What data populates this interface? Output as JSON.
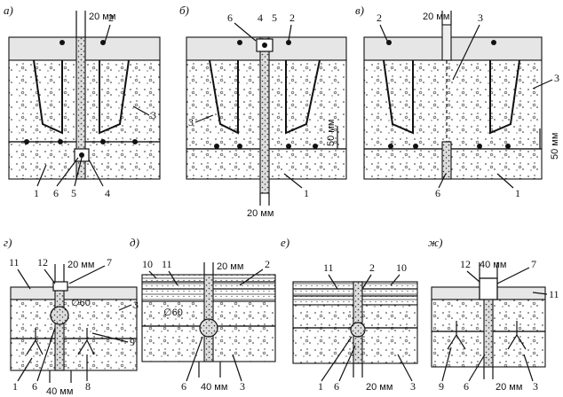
{
  "panels": [
    {
      "id": "a",
      "letter": "а)",
      "dims": [
        "20 мм"
      ],
      "callouts": [
        "2",
        "3",
        "1",
        "6",
        "5",
        "4"
      ]
    },
    {
      "id": "b",
      "letter": "б)",
      "dims": [
        "20 мм"
      ],
      "callouts": [
        "6",
        "4",
        "5",
        "2",
        "3",
        "50 мм",
        "1"
      ]
    },
    {
      "id": "c",
      "letter": "в)",
      "dims": [
        "20 мм",
        "50 мм"
      ],
      "callouts": [
        "2",
        "3",
        "3",
        "6",
        "1"
      ]
    },
    {
      "id": "d",
      "letter": "г)",
      "dims": [
        "20 мм",
        "40 мм"
      ],
      "callouts": [
        "11",
        "12",
        "7",
        "3",
        "∅60",
        "9",
        "1",
        "6",
        "8"
      ]
    },
    {
      "id": "e",
      "letter": "д)",
      "dims": [
        "20 мм",
        "40 мм"
      ],
      "callouts": [
        "10",
        "11",
        "2",
        "∅60",
        "6",
        "3"
      ]
    },
    {
      "id": "f",
      "letter": "е)",
      "dims": [
        "20 мм"
      ],
      "callouts": [
        "11",
        "2",
        "10",
        "1",
        "6",
        "3"
      ]
    },
    {
      "id": "g",
      "letter": "ж)",
      "dims": [
        "40 мм",
        "20 мм"
      ],
      "callouts": [
        "12",
        "7",
        "11",
        "9",
        "6",
        "3"
      ]
    }
  ]
}
